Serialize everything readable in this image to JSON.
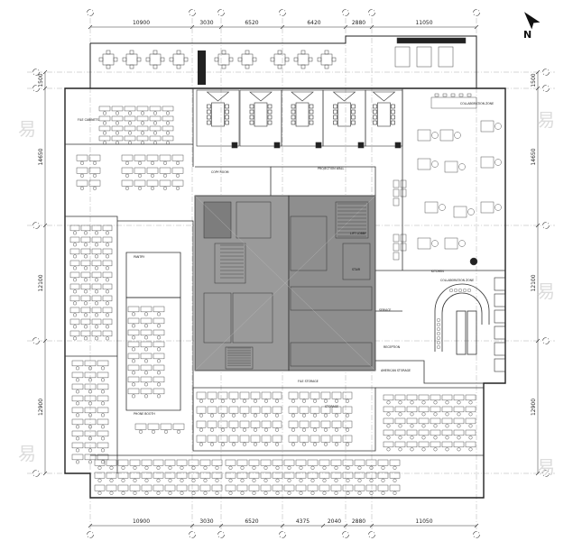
{
  "drawing": {
    "top_dimensions": [
      "10900",
      "3030",
      "6520",
      "6420",
      "2880",
      "11050"
    ],
    "bottom_dimensions": [
      "10900",
      "3030",
      "6520",
      "4375",
      "2040",
      "2880",
      "11050"
    ],
    "left_dimensions": [
      "1500",
      "14650",
      "12100",
      "12900"
    ],
    "right_dimensions": [
      "1500",
      "14650",
      "12100",
      "12900"
    ],
    "room_labels": {
      "projection_wall": "PROJECTION WALL",
      "reception": "RECEPTION",
      "american_storage": "AMERICAN STORAGE",
      "file_storage": "FILE STORAGE",
      "collaboration": "COLLABORATION ZONE",
      "kitchen": "KITCHEN",
      "pantry": "PANTRY",
      "phone_booth": "PHONE BOOTH",
      "storage": "STORAGE",
      "service": "SERVICE",
      "copy_room": "COPY ROOM",
      "collab_zone_2": "COLLABORATION ZONE",
      "file_cabinets": "FILE CABINETS",
      "lift_lobby": "LIFT LOBBY",
      "stair": "STAIR"
    },
    "north_arrow_letter": "N",
    "watermark": "易",
    "colors": {
      "line": "#333333",
      "core_fill": "#9a9a9a",
      "core_dark": "#7d7d7d",
      "furniture": "#555555",
      "wall": "#222222"
    }
  }
}
